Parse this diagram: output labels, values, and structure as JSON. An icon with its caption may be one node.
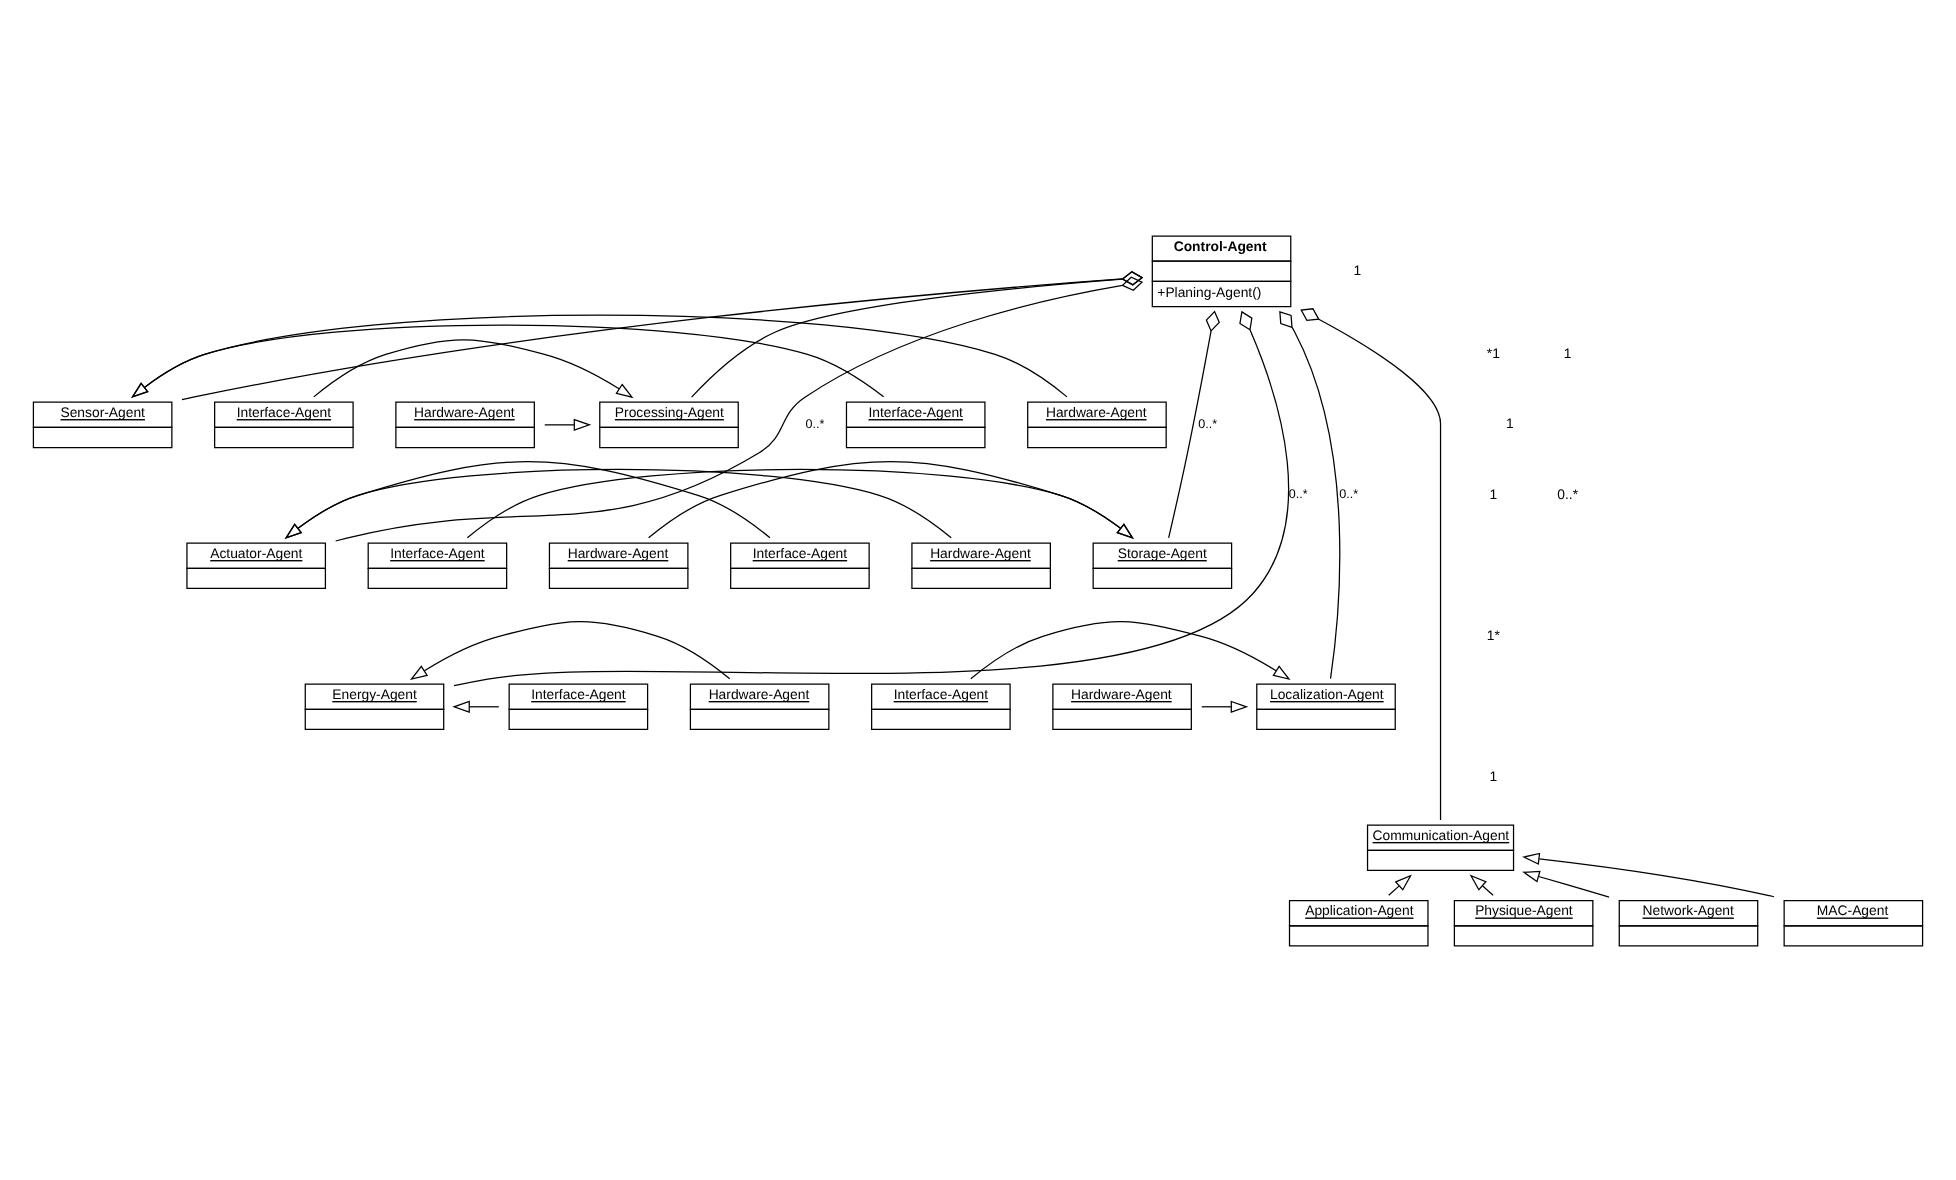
{
  "diagram": {
    "nodes": [
      {
        "text": [
          "Control-Agent",
          "+Planing-Agent()"
        ]
      },
      {
        "text": [
          "Sensor-Agent"
        ]
      },
      {
        "text": [
          "Interface-Agent"
        ]
      },
      {
        "text": [
          "Hardware-Agent"
        ]
      },
      {
        "text": [
          "Processing-Agent"
        ]
      },
      {
        "text": [
          "Interface-Agent"
        ]
      },
      {
        "text": [
          "Hardware-Agent"
        ]
      },
      {
        "text": [
          "Actuator-Agent"
        ]
      },
      {
        "text": [
          "Interface-Agent"
        ]
      },
      {
        "text": [
          "Hardware-Agent"
        ]
      },
      {
        "text": [
          "Storage-Agent"
        ]
      },
      {
        "text": [
          "Interface-Agent"
        ]
      },
      {
        "text": [
          "Hardware-Agent"
        ]
      },
      {
        "text": [
          "Energy-Agent"
        ]
      },
      {
        "text": [
          "Interface-Agent"
        ]
      },
      {
        "text": [
          "Hardware-Agent"
        ]
      },
      {
        "text": [
          "Localization-Agent"
        ]
      },
      {
        "text": [
          "Interface-Agent"
        ]
      },
      {
        "text": [
          "Hardware-Agent"
        ]
      },
      {
        "text": [
          "Communication-Agent"
        ]
      },
      {
        "text": [
          "Application-Agent"
        ]
      },
      {
        "text": [
          "Physique-Agent"
        ]
      },
      {
        "text": [
          "Network-Agent"
        ]
      },
      {
        "text": [
          "MAC-Agent"
        ]
      }
    ],
    "edges": [
      {
        "from": 0,
        "to": 1,
        "arrow": "other"
      },
      {
        "from": 2,
        "to": 1,
        "arrow": "to"
      },
      {
        "from": 3,
        "to": 1,
        "arrow": "to"
      },
      {
        "from": 0,
        "to": 4,
        "arrow": "other"
      },
      {
        "from": 5,
        "to": 4,
        "arrow": "to"
      },
      {
        "from": 6,
        "to": 4,
        "arrow": "to"
      },
      {
        "from": 0,
        "to": 7,
        "arrow": "other",
        "label": "0..*"
      },
      {
        "from": 8,
        "to": 7,
        "arrow": "to"
      },
      {
        "from": 9,
        "to": 7,
        "arrow": "to"
      },
      {
        "from": 0,
        "to": 10,
        "arrow": "other",
        "label": "0..*"
      },
      {
        "from": 11,
        "to": 10,
        "arrow": "to"
      },
      {
        "from": 12,
        "to": 10,
        "arrow": "to"
      },
      {
        "from": 0,
        "to": 13,
        "arrow": "other",
        "label": "0..*"
      },
      {
        "from": 14,
        "to": 13,
        "arrow": "to"
      },
      {
        "from": 15,
        "to": 13,
        "arrow": "to"
      },
      {
        "from": 0,
        "to": 16,
        "arrow": "other",
        "label": "0..*"
      },
      {
        "from": 17,
        "to": 16,
        "arrow": "to"
      },
      {
        "from": 18,
        "to": 16,
        "arrow": "to"
      },
      {
        "from": 0,
        "to": 19,
        "arrow": "other"
      },
      {
        "from": 20,
        "to": 19,
        "arrow": "to"
      },
      {
        "from": 21,
        "to": 19,
        "arrow": "to"
      },
      {
        "from": 22,
        "to": 19,
        "arrow": "to"
      },
      {
        "from": 23,
        "to": 19,
        "arrow": "to"
      }
    ],
    "labels": [
      "*1",
      "1",
      "1*",
      "1",
      "1",
      "1",
      "1",
      "0..*"
    ]
  }
}
